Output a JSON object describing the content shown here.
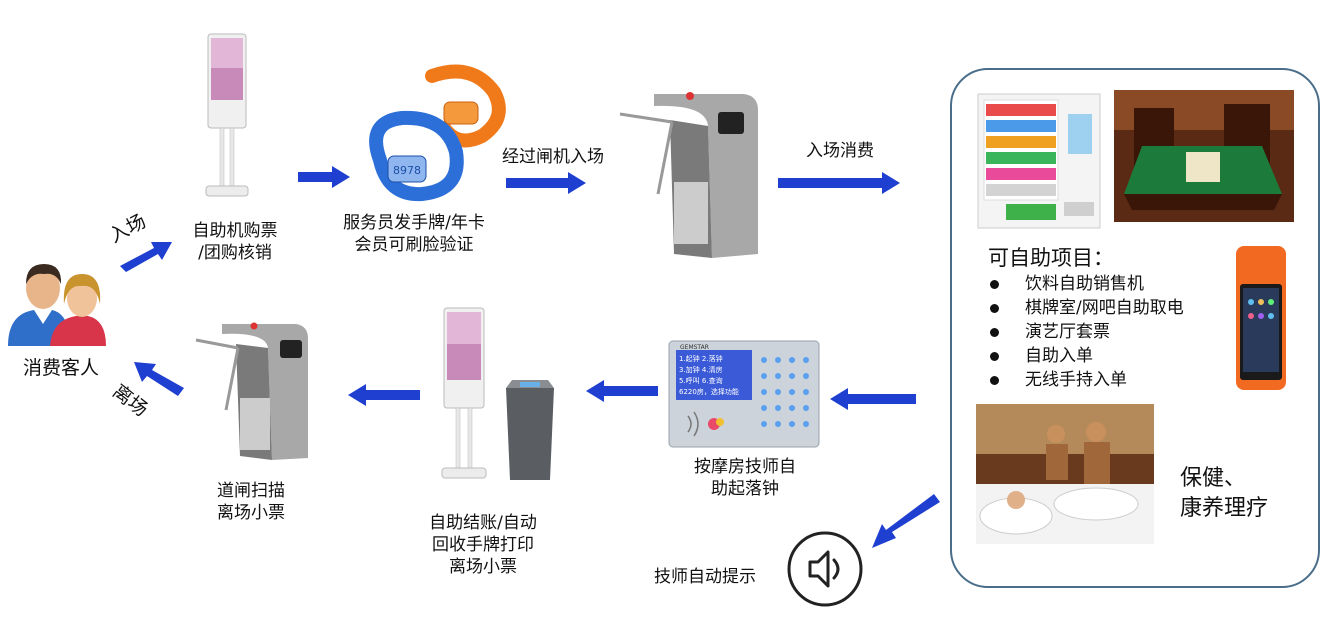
{
  "customer": {
    "label": "消费客人"
  },
  "enter_label": "入场",
  "leave_label": "离场",
  "kiosk": {
    "label_line1": "自助机购票",
    "label_line2": "/团购核销"
  },
  "wristband": {
    "label_line1": "服务员发手牌/年卡",
    "label_line2": "会员可刷脸验证",
    "tag_text": "8978"
  },
  "gate_entry": {
    "label": "经过闸机入场"
  },
  "consume": {
    "label": "入场消费"
  },
  "panel": {
    "title": "可自助项目：",
    "items": [
      "饮料自助销售机",
      "棋牌室/网吧自助取电",
      "演艺厅套票",
      "自助入单",
      "无线手持入单"
    ],
    "health_line1": "保健、",
    "health_line2": "康养理疗"
  },
  "technician_panel": {
    "brand": "GEMSTAR",
    "screen_line1": "1.起钟 2.落钟",
    "screen_line2": "3.加钟 4.清房",
    "screen_line3": "5.呼叫 6.查询",
    "screen_line4": "6220房，选择功能",
    "label_line1": "按摩房技师自",
    "label_line2": "助起落钟"
  },
  "checkout": {
    "label_line1": "自助结账/自动",
    "label_line2": "回收手牌打印",
    "label_line3": "离场小票"
  },
  "gate_exit": {
    "label_line1": "道闸扫描",
    "label_line2": "离场小票"
  },
  "speaker": {
    "label": "技师自动提示"
  },
  "colors": {
    "arrow": "#1f3fd0",
    "panel_border": "#4a6e8a",
    "kiosk_screen": "#c88ab8"
  }
}
